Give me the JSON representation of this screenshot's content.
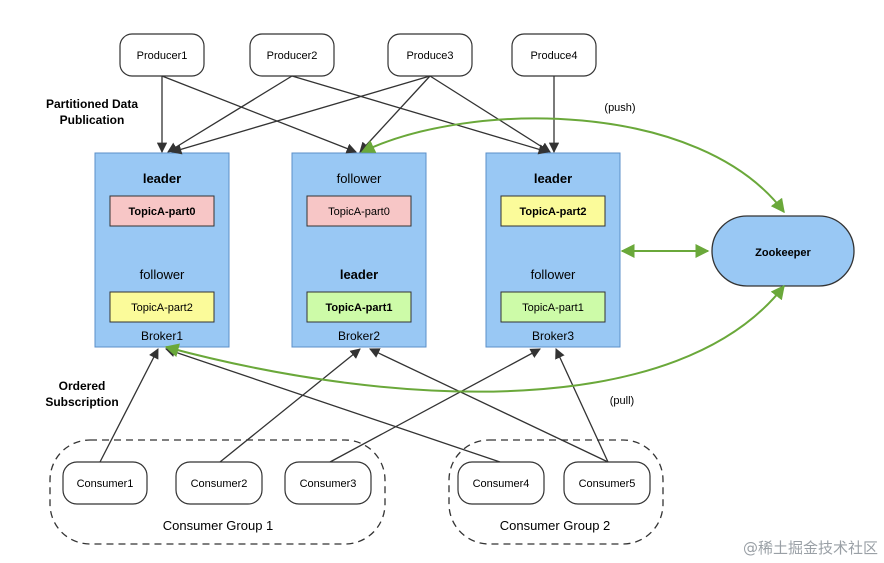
{
  "producers": [
    "Producer1",
    "Producer2",
    "Produce3",
    "Produce4"
  ],
  "labels": {
    "partitioned_line1": "Partitioned Data",
    "partitioned_line2": "Publication",
    "ordered_line1": "Ordered",
    "ordered_line2": "Subscription",
    "push": "(push)",
    "pull": "(pull)"
  },
  "brokers": [
    {
      "name": "Broker1",
      "top_role": "leader",
      "top_partition": "TopicA-part0",
      "bottom_role": "follower",
      "bottom_partition": "TopicA-part2"
    },
    {
      "name": "Broker2",
      "top_role": "follower",
      "top_partition": "TopicA-part0",
      "bottom_role": "leader",
      "bottom_partition": "TopicA-part1"
    },
    {
      "name": "Broker3",
      "top_role": "leader",
      "top_partition": "TopicA-part2",
      "bottom_role": "follower",
      "bottom_partition": "TopicA-part1"
    }
  ],
  "zookeeper": "Zookeeper",
  "consumers": [
    "Consumer1",
    "Consumer2",
    "Consumer3",
    "Consumer4",
    "Consumer5"
  ],
  "groups": [
    "Consumer Group 1",
    "Consumer Group 2"
  ],
  "watermark": "@稀土掘金技术社区",
  "colors": {
    "broker_fill": "#99c8f4",
    "broker_stroke": "#5b8fc8",
    "pink": "#f7c6c6",
    "yellow": "#fbfb9a",
    "green": "#cdfba8",
    "zookeeper_fill": "#99c8f4",
    "green_arrow": "#6aa83a"
  }
}
